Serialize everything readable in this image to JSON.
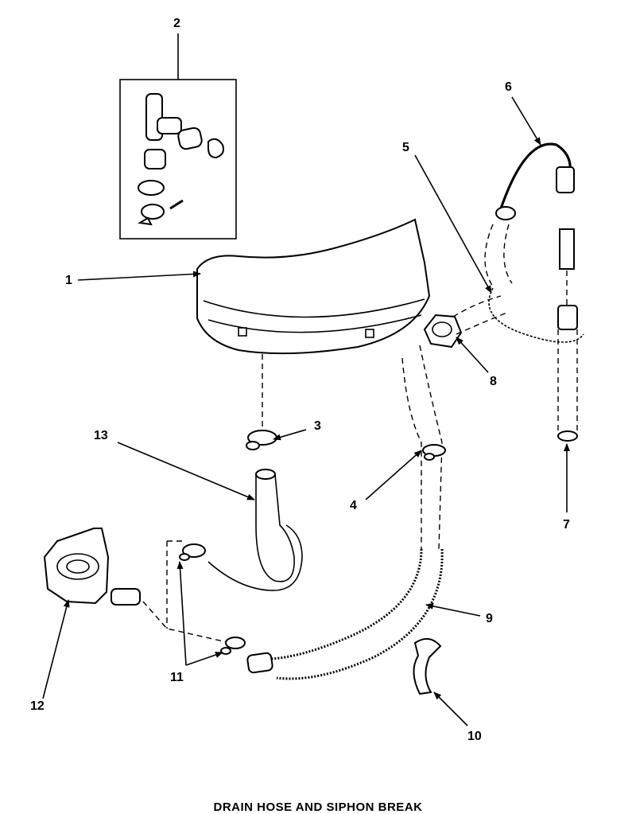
{
  "callouts": [
    "1",
    "2",
    "3",
    "4",
    "5",
    "6",
    "7",
    "8",
    "9",
    "10",
    "11",
    "12",
    "13"
  ],
  "caption": "DRAIN HOSE AND SIPHON BREAK"
}
